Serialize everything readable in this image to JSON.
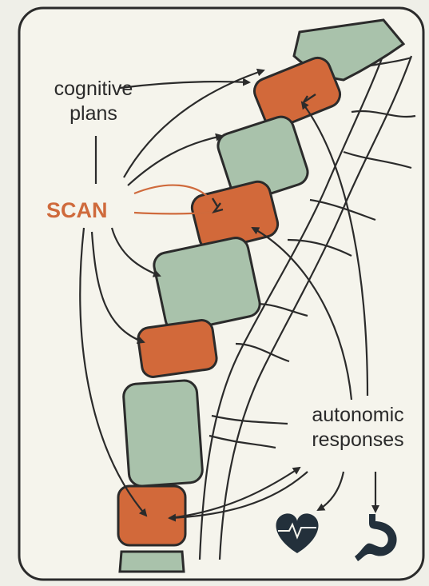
{
  "labels": {
    "cognitive_line1": "cognitive",
    "cognitive_line2": "plans",
    "scan": "SCAN",
    "autonomic_line1": "autonomic",
    "autonomic_line2": "responses"
  },
  "colors": {
    "background": "#efefe8",
    "panel": "#f5f4ec",
    "outline": "#2b2b2b",
    "effector_block": "#d2693a",
    "vertebra_block": "#a9c2ab",
    "scan_text": "#cf6a3c",
    "icon": "#23303b"
  },
  "icons": {
    "heart": "heart-pulse-icon",
    "stomach": "stomach-icon"
  }
}
